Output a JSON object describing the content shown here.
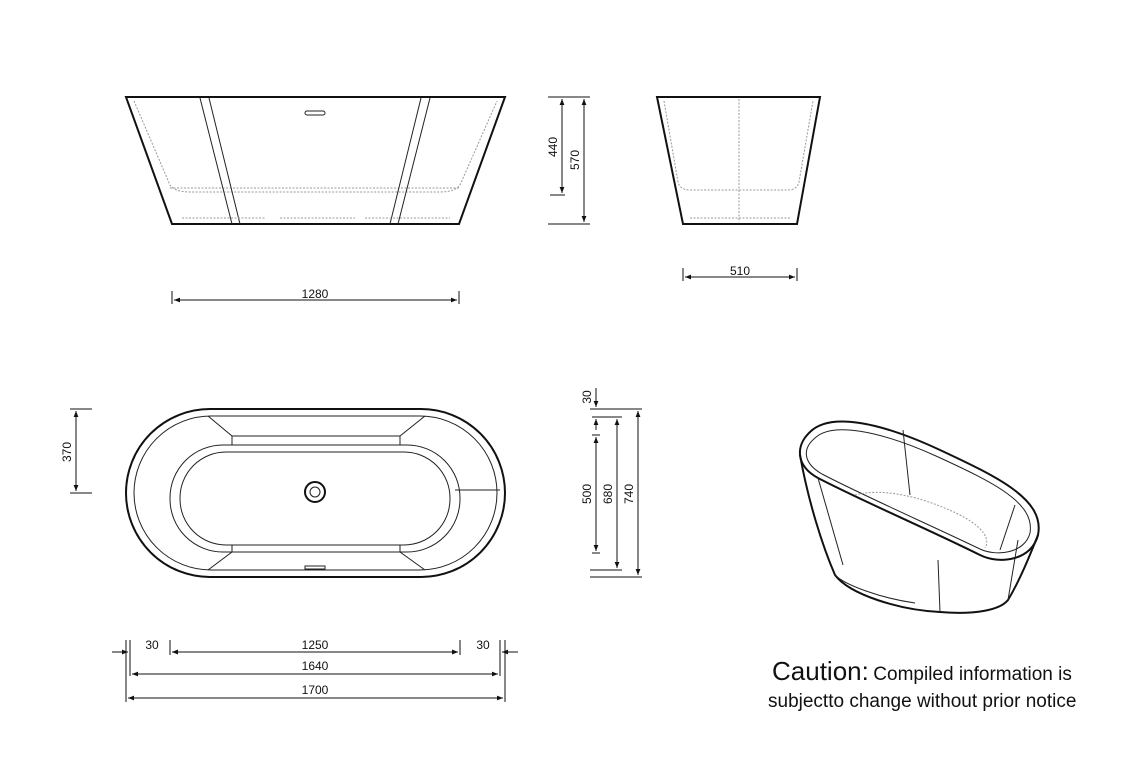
{
  "front_view": {
    "width_label": "1280",
    "inner_height_label": "440",
    "height_label": "570"
  },
  "side_view": {
    "width_label": "510"
  },
  "top_view": {
    "drain_offset_label": "370",
    "rim_label": "30",
    "inner_width_label": "500",
    "basin_width_label": "680",
    "outer_width_label": "740",
    "left_rim_label": "30",
    "inner_length_label": "1250",
    "right_rim_label": "30",
    "basin_length_label": "1640",
    "outer_length_label": "1700"
  },
  "caution": {
    "title": "Caution:",
    "line1": "Compiled information is",
    "line2": "subjectto change without prior notice"
  }
}
